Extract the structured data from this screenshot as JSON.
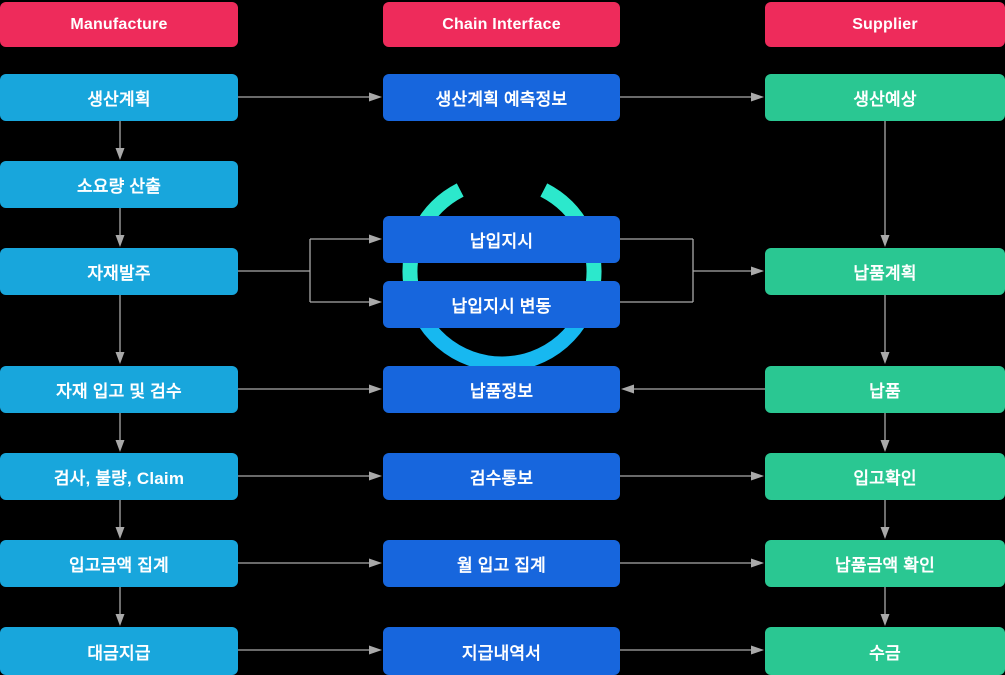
{
  "diagram": {
    "title": "SCM data flow diagram",
    "columns": [
      {
        "id": "manufacture",
        "header": "Manufacture",
        "box_color": "#18A6DC",
        "boxes": [
          "생산계획",
          "소요량 산출",
          "자재발주",
          "자재 입고 및 검수",
          "검사, 불량, Claim",
          "입고금액 집계",
          "대금지급"
        ]
      },
      {
        "id": "chain-interface",
        "header": "Chain Interface",
        "box_color": "#1766DD",
        "boxes": [
          "생산계획 예측정보",
          "납입지시",
          "납입지시 변동",
          "납품정보",
          "검수통보",
          "월 입고 집계",
          "지급내역서"
        ]
      },
      {
        "id": "supplier",
        "header": "Supplier",
        "box_color": "#2AC792",
        "boxes": [
          "생산예상",
          "납품계획",
          "납품",
          "입고확인",
          "납품금액 확인",
          "수금"
        ]
      }
    ],
    "colors": {
      "header": "#EE2B5B",
      "connector": "#A9A9A9",
      "cycle_teal": "#2CE8CC",
      "cycle_blue": "#17B8F0",
      "text": "#FFFFFF",
      "background": "#000000"
    }
  }
}
